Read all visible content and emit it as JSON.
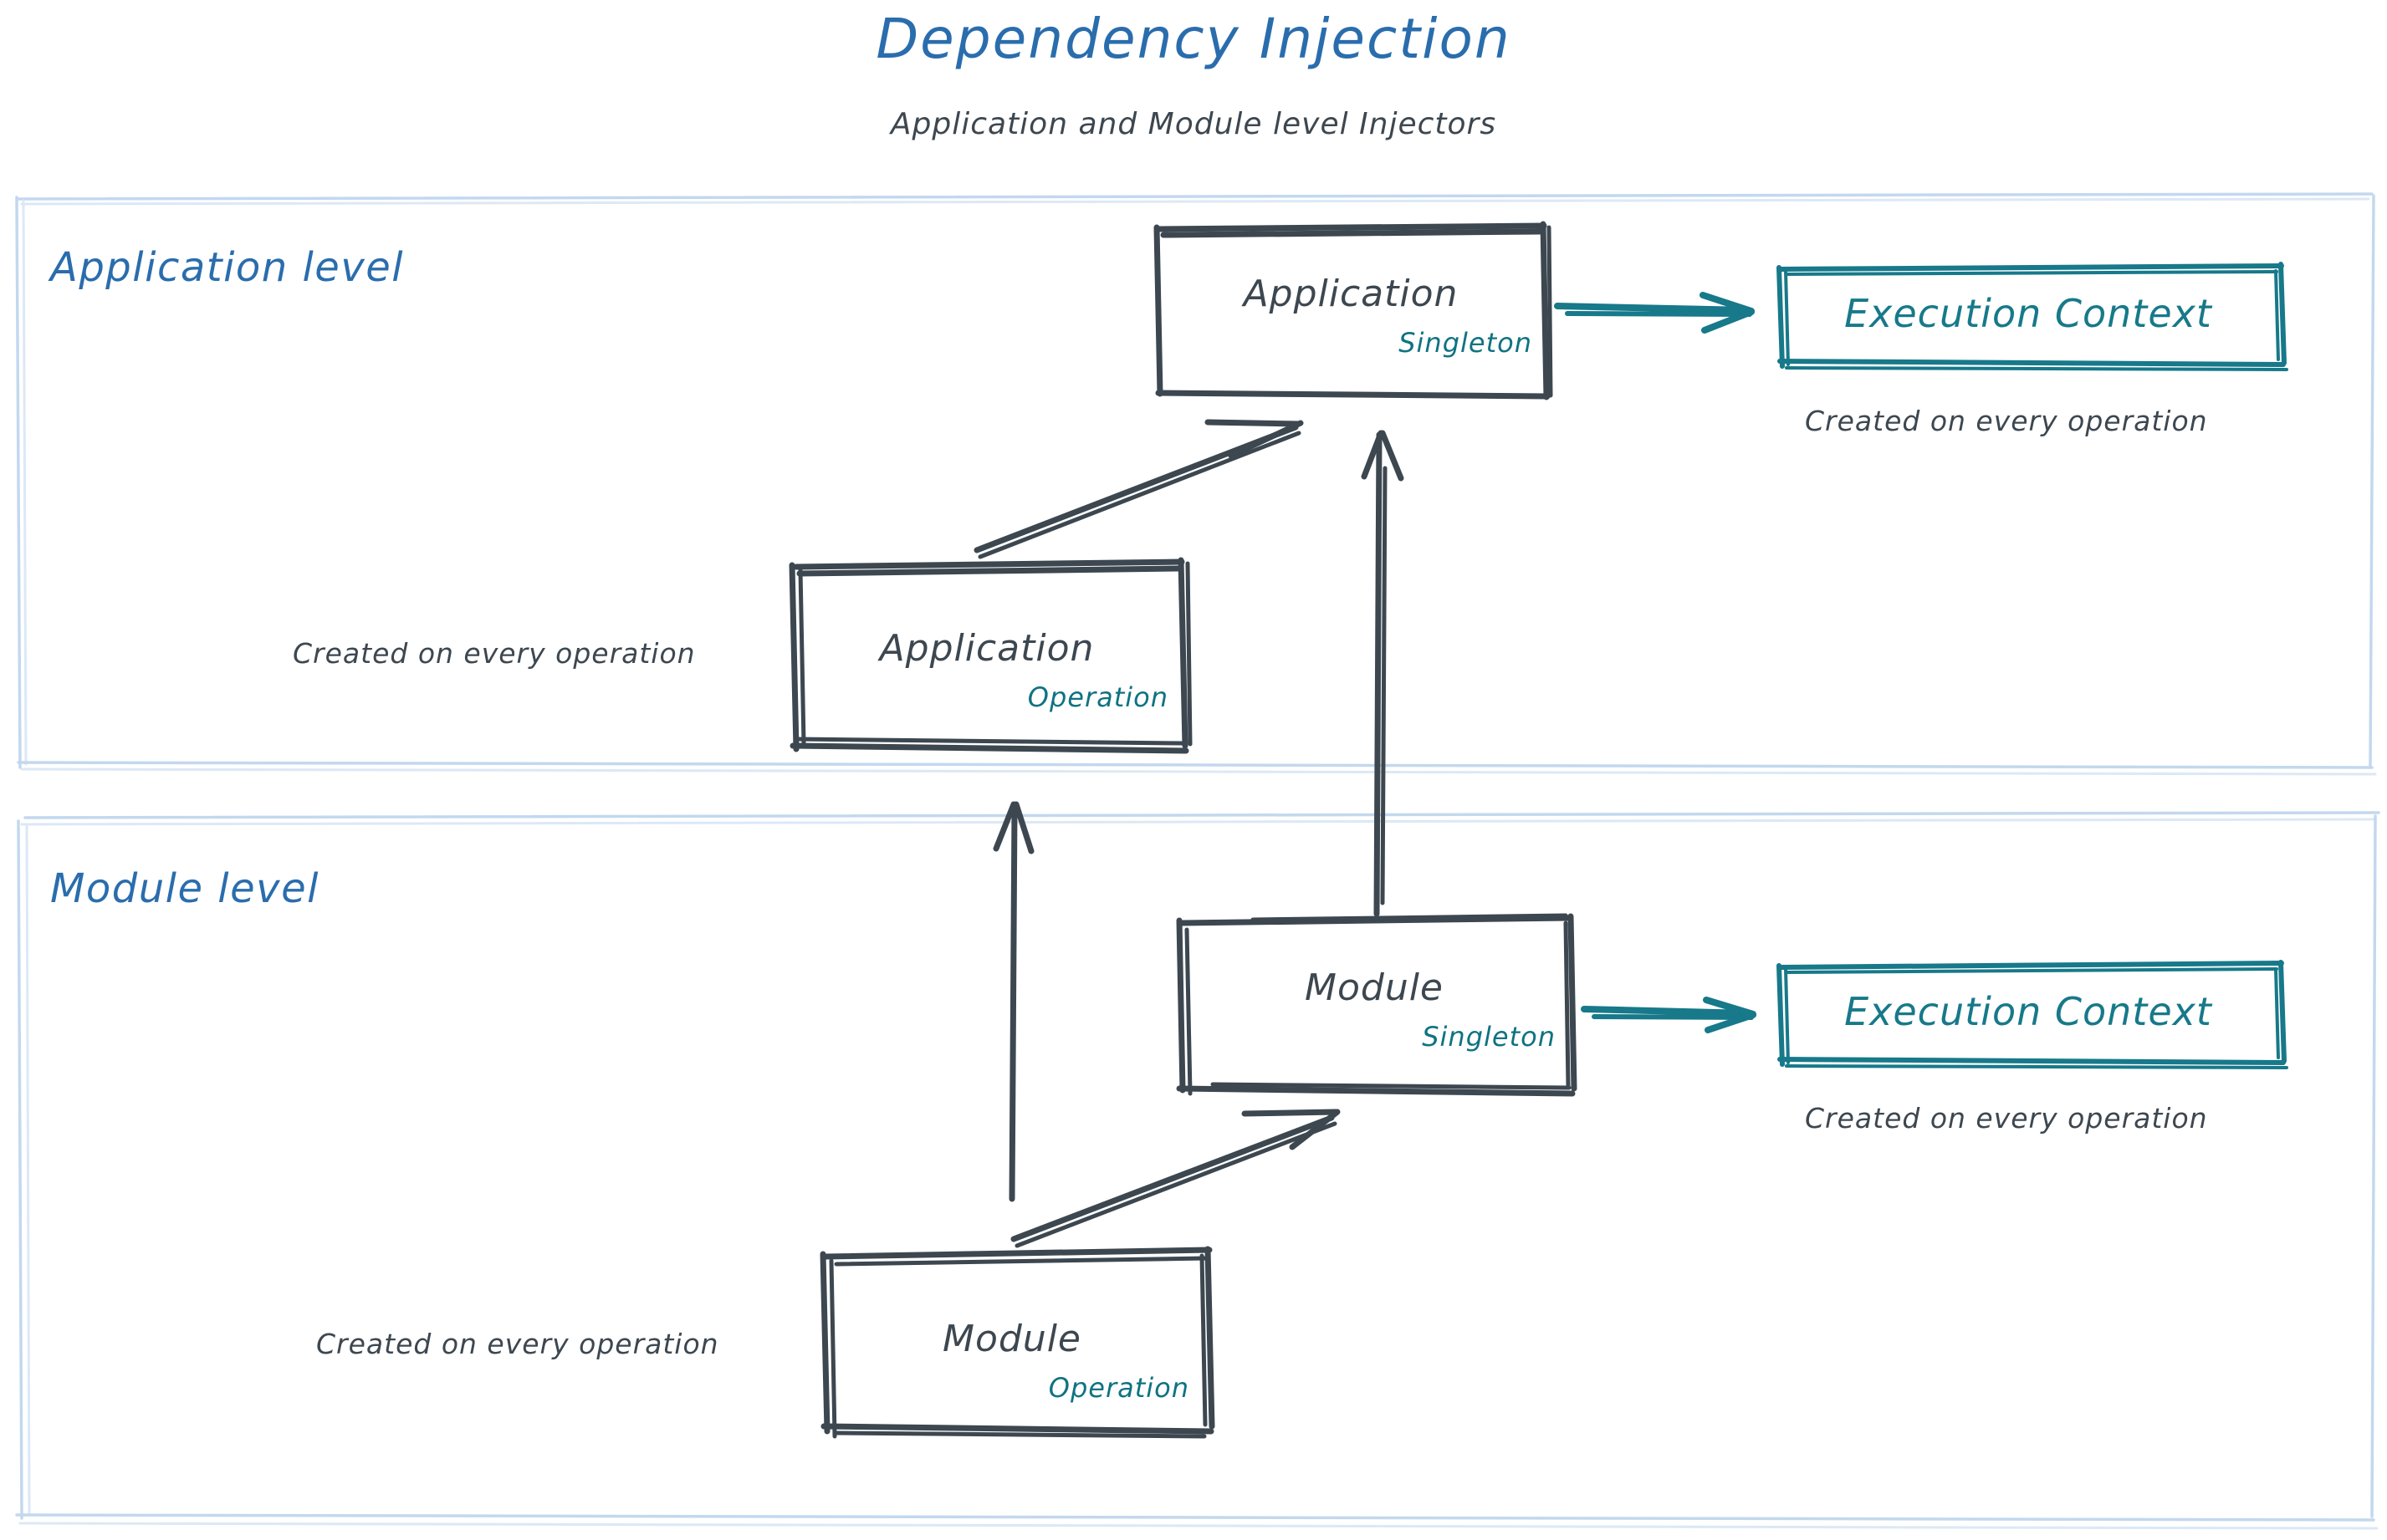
{
  "header": {
    "title": "Dependency Injection",
    "subtitle": "Application and Module level Injectors"
  },
  "colors": {
    "title_blue": "#2a6dad",
    "section_blue": "#2a6dad",
    "container_border": "#b9d2ea",
    "node_stroke": "#3d4750",
    "node_text": "#3d4750",
    "scope_teal": "#0f7382",
    "context_teal": "#17798a",
    "background": "#ffffff"
  },
  "sections": [
    {
      "id": "application-level",
      "label": "Application level"
    },
    {
      "id": "module-level",
      "label": "Module level"
    }
  ],
  "nodes": {
    "app_singleton": {
      "title": "Application",
      "scope": "Singleton"
    },
    "app_operation": {
      "title": "Application",
      "scope": "Operation"
    },
    "mod_singleton": {
      "title": "Module",
      "scope": "Singleton"
    },
    "mod_operation": {
      "title": "Module",
      "scope": "Operation"
    },
    "context_top": {
      "title": "Execution Context"
    },
    "context_bottom": {
      "title": "Execution Context"
    }
  },
  "notes": {
    "app_operation": "Created on every operation",
    "mod_operation": "Created on every operation",
    "context_top": "Created on every operation",
    "context_bottom": "Created on every operation"
  },
  "edges": [
    {
      "from": "app_operation",
      "to": "app_singleton",
      "style": "arrow-dark-diagonal"
    },
    {
      "from": "mod_singleton",
      "to": "app_singleton",
      "style": "arrow-dark-vertical"
    },
    {
      "from": "mod_operation",
      "to": "app_operation",
      "style": "arrow-dark-vertical-long"
    },
    {
      "from": "mod_operation",
      "to": "mod_singleton",
      "style": "arrow-dark-diagonal"
    },
    {
      "from": "app_singleton",
      "to": "context_top",
      "style": "arrow-teal"
    },
    {
      "from": "mod_singleton",
      "to": "context_bottom",
      "style": "arrow-teal"
    }
  ]
}
